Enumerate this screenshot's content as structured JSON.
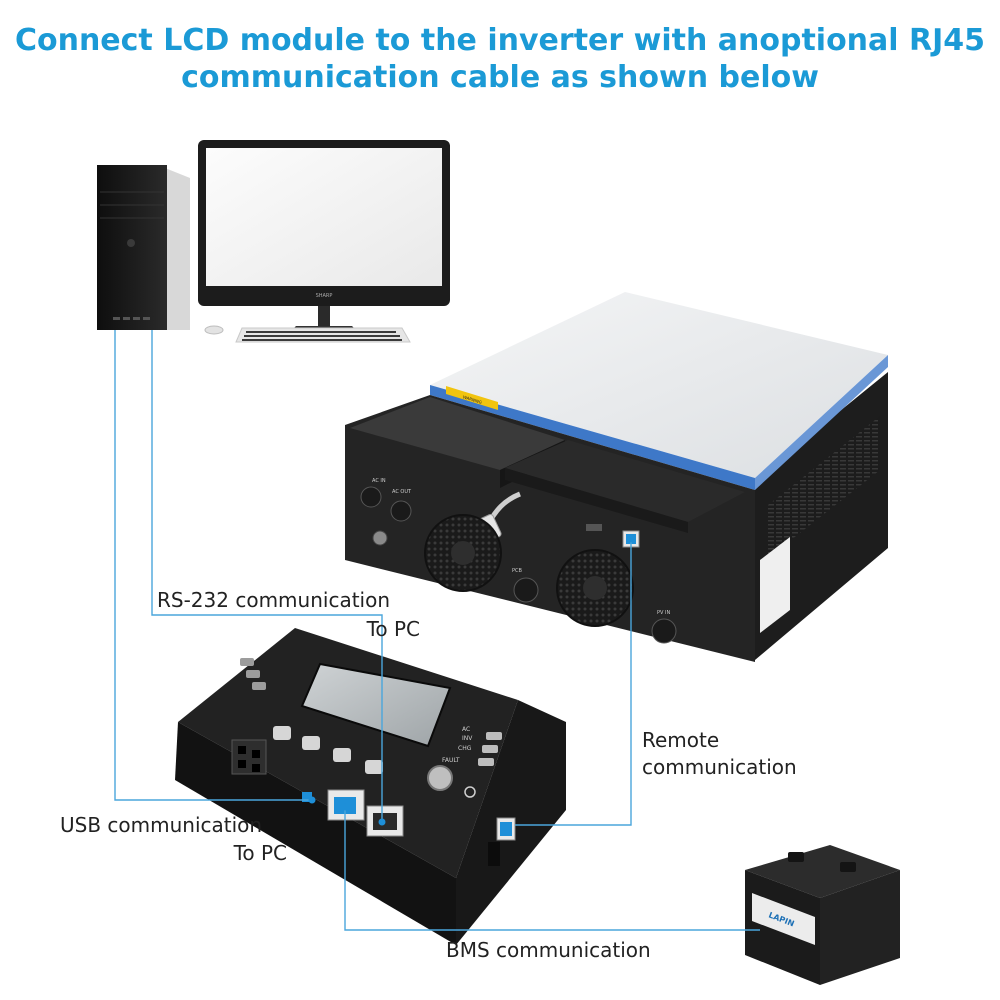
{
  "title": {
    "line1": "Connect LCD module to the inverter with anoptional RJ45",
    "line2": "communication cable as shown below"
  },
  "labels": {
    "rs232_line1": "RS-232 communication",
    "rs232_line2": "To PC",
    "remote_line1": "Remote",
    "remote_line2": "communication",
    "usb_line1": "USB communication",
    "usb_line2": "To PC",
    "bms": "BMS communication"
  },
  "device_marks": {
    "monitor_brand": "SHARP",
    "inverter_sticker": "WARNING",
    "inverter_ports_ac": "AC IN",
    "inverter_ports_acout": "AC OUT",
    "inverter_ports_pcb": "PCB",
    "inverter_ports_pv": "PV IN",
    "lcd_led_ac": "AC",
    "lcd_led_inv": "INV",
    "lcd_led_chg": "CHG",
    "lcd_led_fault": "FAULT",
    "battery_brand": "LAPIN"
  },
  "colors": {
    "accent": "#1b9ad6",
    "connector_line": "#4aa6dc",
    "port_blue": "#1e8fd8",
    "device_black": "#1a1a1a",
    "inverter_top": "#eef0f2",
    "inverter_stripe": "#3e78c8"
  }
}
